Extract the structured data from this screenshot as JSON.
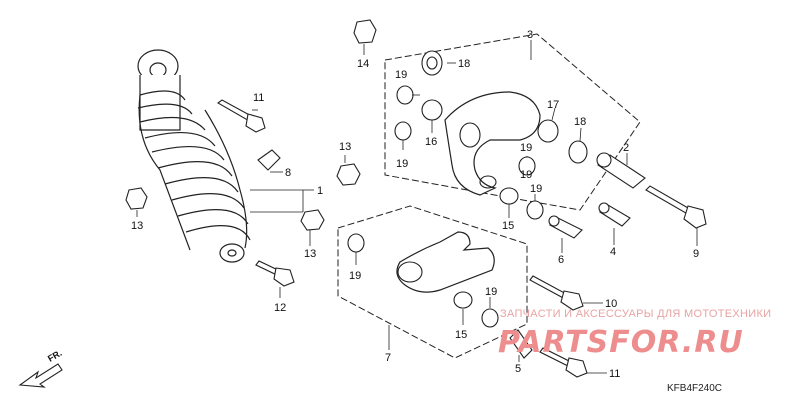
{
  "callouts": {
    "c1": "1",
    "c2": "2",
    "c3": "3",
    "c4": "4",
    "c5": "5",
    "c6": "6",
    "c7": "7",
    "c8": "8",
    "c9": "9",
    "c10": "10",
    "c11a": "11",
    "c11b": "11",
    "c12": "12",
    "c13a": "13",
    "c13b": "13",
    "c13c": "13",
    "c14": "14",
    "c15a": "15",
    "c15b": "15",
    "c16": "16",
    "c17": "17",
    "c18a": "18",
    "c18b": "18",
    "c19a": "19",
    "c19b": "19",
    "c19c": "19",
    "c19d": "19",
    "c19e": "19",
    "c19f": "19",
    "c19g": "19"
  },
  "direction_label": "FR.",
  "diagram_code": "KFB4F240C",
  "watermark": {
    "caption": "ЗАПЧАСТИ И АКСЕССУАРЫ ДЛЯ МОТОТЕХНИКИ",
    "logo": "PARTSFOR.RU"
  },
  "colors": {
    "line": "#222222",
    "part_fill": "#ffffff",
    "watermark": "#ed8d8d"
  }
}
